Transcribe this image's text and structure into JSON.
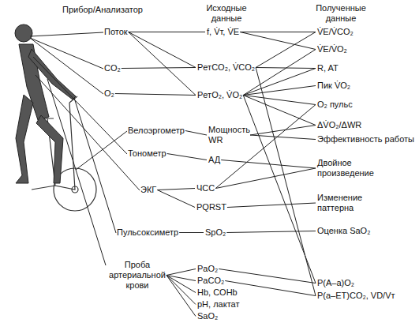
{
  "diagram": {
    "nodes": [
      {
        "text": [
          "Поток"
        ]
      },
      {
        "text": [
          "CO₂"
        ]
      },
      {
        "text": [
          "O₂"
        ]
      },
      {
        "text": [
          "Велоэргометр"
        ]
      },
      {
        "text": [
          "Тонометр"
        ]
      },
      {
        "text": [
          "ЭКГ"
        ]
      },
      {
        "text": [
          "Пульсоксиметр"
        ]
      },
      {
        "text": [
          "Проба артериальной крови"
        ]
      },
      {
        "text": [
          "f, V̇т, V̇E"
        ]
      },
      {
        "text": [
          "PетCO₂, V̇CO₂"
        ]
      },
      {
        "text": [
          "PетO₂, V̇O₂"
        ]
      },
      {
        "text": [
          "Мощность WR"
        ]
      },
      {
        "text": [
          "АД"
        ]
      },
      {
        "text": [
          "ЧСС"
        ]
      },
      {
        "text": [
          "PQRST"
        ]
      },
      {
        "text": [
          "SpO₂"
        ]
      },
      {
        "text": [
          "PaO₂"
        ]
      },
      {
        "text": [
          "PaCO₂"
        ]
      },
      {
        "text": [
          "Hb, COHb"
        ]
      },
      {
        "text": [
          "pH, лактат"
        ]
      },
      {
        "text": [
          "SaO₂"
        ]
      },
      {
        "text": [
          "V̇E/V̇CO₂"
        ]
      },
      {
        "text": [
          "V̇E/V̇O₂"
        ]
      },
      {
        "text": [
          "R, AT"
        ]
      },
      {
        "text": [
          "Пик V̇O₂"
        ]
      },
      {
        "text": [
          "O₂ пульс"
        ]
      },
      {
        "text": [
          "ΔV̇O₂/ΔWR"
        ]
      },
      {
        "text": [
          "Эффективность работы"
        ]
      },
      {
        "text": [
          "Двойное произведение"
        ]
      },
      {
        "text": [
          "Изменение паттерна"
        ]
      },
      {
        "text": [
          "Оценка SaO₂"
        ]
      },
      {
        "text": [
          "P(A–a)O₂"
        ]
      },
      {
        "text": [
          "P(a–ET)CO₂, VD/Vт"
        ]
      }
    ],
    "edges": [
      {
        "from": 0,
        "to": 8,
        "arrow": "none"
      },
      {
        "from": 0,
        "to": 9,
        "arrow": "none"
      },
      {
        "from": 0,
        "to": 10,
        "arrow": "none"
      },
      {
        "from": 1,
        "to": 9,
        "arrow": "none"
      },
      {
        "from": 2,
        "to": 10,
        "arrow": "none"
      },
      {
        "from": 3,
        "to": 11,
        "arrow": "none"
      },
      {
        "from": 4,
        "to": 12,
        "arrow": "none"
      },
      {
        "from": 5,
        "to": 13,
        "arrow": "none"
      },
      {
        "from": 5,
        "to": 14,
        "arrow": "none"
      },
      {
        "from": 6,
        "to": 15,
        "arrow": "none"
      },
      {
        "from": 7,
        "to": 16,
        "arrow": "none"
      },
      {
        "from": 7,
        "to": 17,
        "arrow": "none"
      },
      {
        "from": 7,
        "to": 18,
        "arrow": "none"
      },
      {
        "from": 7,
        "to": 19,
        "arrow": "none"
      },
      {
        "from": 7,
        "to": 20,
        "arrow": "none"
      },
      {
        "from": 8,
        "to": 21,
        "arrow": "none"
      },
      {
        "from": 8,
        "to": 22,
        "arrow": "none"
      },
      {
        "from": 9,
        "to": 21,
        "arrow": "none"
      },
      {
        "from": 9,
        "to": 23,
        "arrow": "none"
      },
      {
        "from": 9,
        "to": 32,
        "arrow": "none"
      },
      {
        "from": 10,
        "to": 22,
        "arrow": "none"
      },
      {
        "from": 10,
        "to": 23,
        "arrow": "none"
      },
      {
        "from": 10,
        "to": 24,
        "arrow": "none"
      },
      {
        "from": 10,
        "to": 25,
        "arrow": "none"
      },
      {
        "from": 10,
        "to": 26,
        "arrow": "none"
      },
      {
        "from": 10,
        "to": 31,
        "arrow": "none"
      },
      {
        "from": 11,
        "to": 26,
        "arrow": "none"
      },
      {
        "from": 11,
        "to": 27,
        "arrow": "none"
      },
      {
        "from": 12,
        "to": 28,
        "arrow": "none"
      },
      {
        "from": 13,
        "to": 28,
        "arrow": "none"
      },
      {
        "from": 13,
        "to": 25,
        "arrow": "none"
      },
      {
        "from": 14,
        "to": 29,
        "arrow": "none"
      },
      {
        "from": 15,
        "to": 30,
        "arrow": "none"
      },
      {
        "from": 16,
        "to": 31,
        "arrow": "none"
      },
      {
        "from": 17,
        "to": 32,
        "arrow": "none"
      }
    ],
    "labels": [
      "Прибор/Анализатор",
      "Исходные данные",
      "Полученные данные"
    ]
  }
}
